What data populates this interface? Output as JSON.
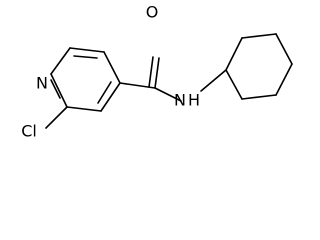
{
  "atoms": {
    "oxygen": "O",
    "nitrogen_ring": "N",
    "nitrogen_amide": "N",
    "hydrogen_amide": "H",
    "chlorine": "Cl"
  }
}
